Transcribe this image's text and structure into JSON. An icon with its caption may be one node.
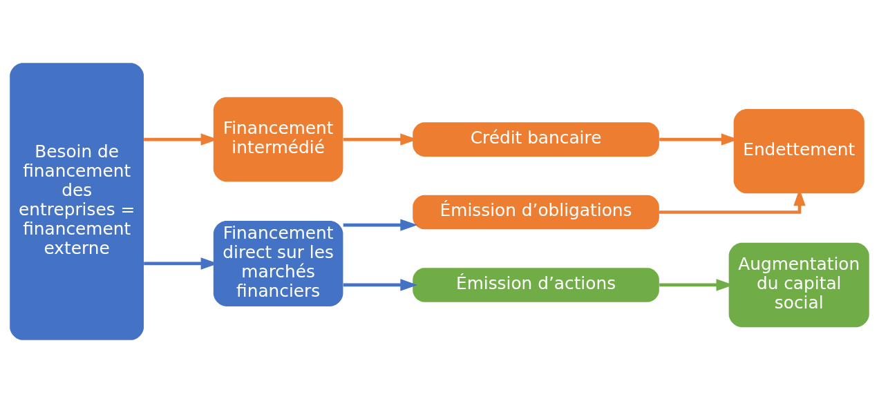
{
  "diagram": {
    "nodes": [
      {
        "text": [
          "Besoin de financement des entreprises = financement externe"
        ]
      },
      {
        "text": [
          "Financement intermédié"
        ]
      },
      {
        "text": [
          "Crédit bancaire"
        ]
      },
      {
        "text": [
          "Endettement"
        ]
      },
      {
        "text": [
          "Financement direct sur les marchés financiers"
        ]
      },
      {
        "text": [
          "Émission d’obligations"
        ]
      },
      {
        "text": [
          "Émission d’actions"
        ]
      },
      {
        "text": [
          "Augmentation du capital social"
        ]
      }
    ],
    "edges": [
      {
        "from": 0,
        "to": 1,
        "arrow": "to"
      },
      {
        "from": 0,
        "to": 4,
        "arrow": "to",
        "color": "#4472c4"
      },
      {
        "from": 1,
        "to": 2,
        "arrow": "to"
      },
      {
        "from": 2,
        "to": 3,
        "arrow": "to"
      },
      {
        "from": 4,
        "to": 5,
        "arrow": "to",
        "color": "#4472c4"
      },
      {
        "from": 4,
        "to": 6,
        "arrow": "to",
        "color": "#4472c4"
      },
      {
        "from": 5,
        "to": 3,
        "arrow": "to"
      },
      {
        "from": 6,
        "to": 7,
        "arrow": "to",
        "color": "#70ad47"
      }
    ]
  }
}
